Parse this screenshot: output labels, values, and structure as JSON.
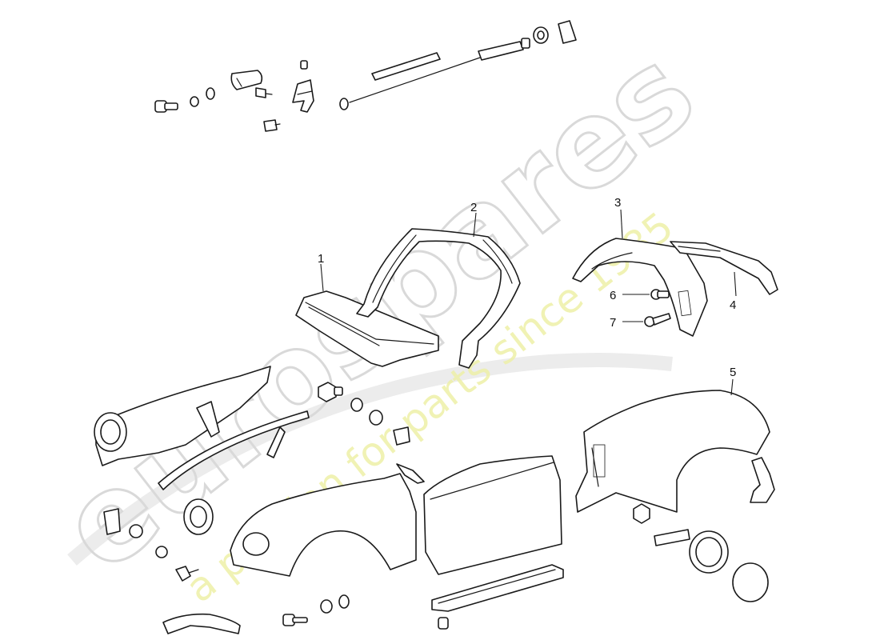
{
  "callouts": [
    {
      "id": "1",
      "label": "1"
    },
    {
      "id": "2",
      "label": "2"
    },
    {
      "id": "3",
      "label": "3"
    },
    {
      "id": "4",
      "label": "4"
    },
    {
      "id": "5",
      "label": "5"
    },
    {
      "id": "6",
      "label": "6"
    },
    {
      "id": "7",
      "label": "7"
    }
  ],
  "watermark": {
    "logo": "eurospares",
    "tagline": "a passion for parts since 1985",
    "logo_color": "#d9d9d9",
    "tagline_color": "#eef0a8"
  }
}
